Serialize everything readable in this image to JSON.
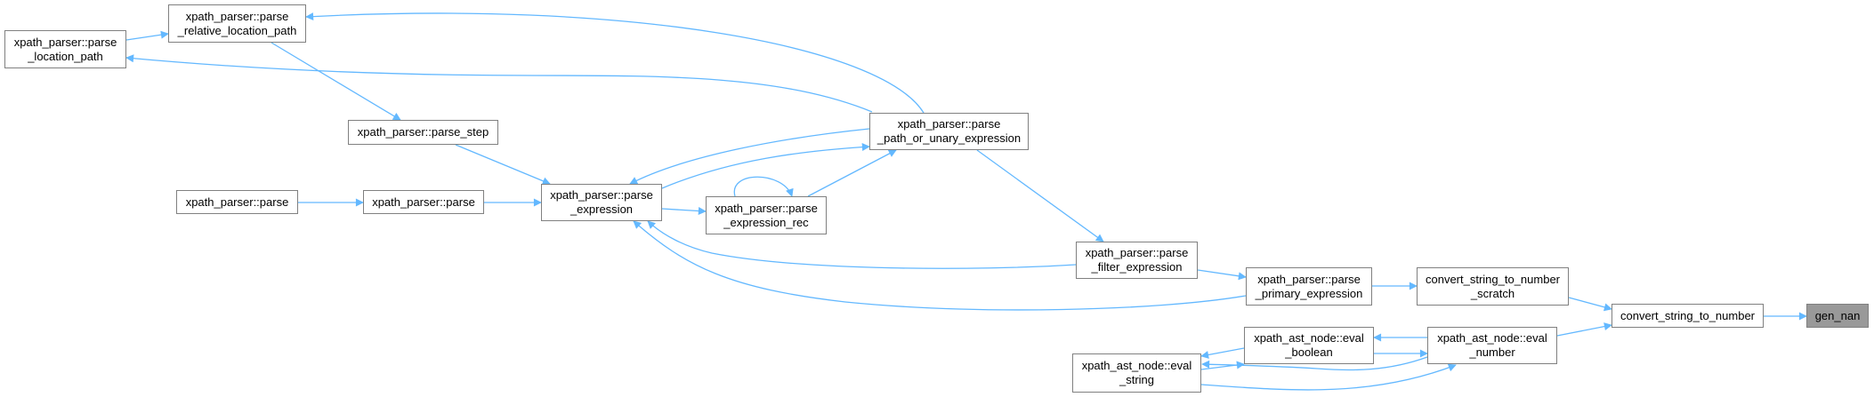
{
  "graph": {
    "edge_color": "#63b8ff",
    "nodes": {
      "parse_location_path": [
        "xpath_parser::parse",
        "_location_path"
      ],
      "parse_relative_location_path": [
        "xpath_parser::parse",
        "_relative_location_path"
      ],
      "parse_step": [
        "xpath_parser::parse_step"
      ],
      "parse_outer": [
        "xpath_parser::parse"
      ],
      "parse_inner": [
        "xpath_parser::parse"
      ],
      "parse_expression": [
        "xpath_parser::parse",
        "_expression"
      ],
      "parse_expression_rec": [
        "xpath_parser::parse",
        "_expression_rec"
      ],
      "parse_path_or_unary_expression": [
        "xpath_parser::parse",
        "_path_or_unary_expression"
      ],
      "parse_filter_expression": [
        "xpath_parser::parse",
        "_filter_expression"
      ],
      "parse_primary_expression": [
        "xpath_parser::parse",
        "_primary_expression"
      ],
      "convert_string_to_number_scratch": [
        "convert_string_to_number",
        "_scratch"
      ],
      "convert_string_to_number": [
        "convert_string_to_number"
      ],
      "gen_nan": [
        "gen_nan"
      ],
      "eval_boolean": [
        "xpath_ast_node::eval",
        "_boolean"
      ],
      "eval_number": [
        "xpath_ast_node::eval",
        "_number"
      ],
      "eval_string": [
        "xpath_ast_node::eval",
        "_string"
      ]
    }
  }
}
